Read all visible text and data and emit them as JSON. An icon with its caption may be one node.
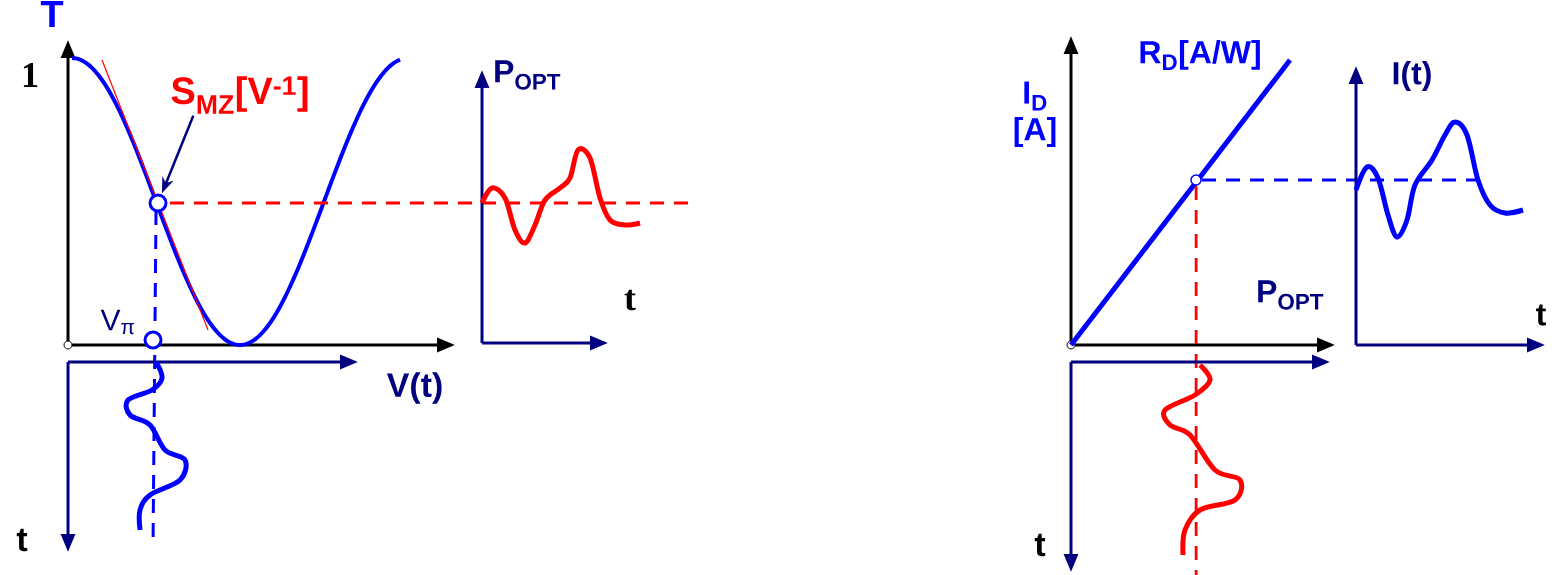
{
  "diagram": {
    "nodes": [
      {
        "text": [
          "S$_{MZ}$[V$^{-1}$]"
        ]
      },
      {
        "text": [],
        "shape": "circle"
      },
      {
        "text": [],
        "shape": "circle"
      },
      {
        "text": [],
        "shape": "circle"
      }
    ],
    "edges": [
      {
        "from": 0,
        "to": 1,
        "arrow": "to"
      }
    ],
    "labels": [
      "T",
      "1",
      "P$_{OPT}$",
      "t",
      "V$_{π}$",
      "V(t)",
      "t",
      "I$_{D}$",
      "[A]",
      "R$_{D}$[A/W]",
      "I(t)",
      "P$_{OPT}$",
      "t",
      "t"
    ]
  }
}
